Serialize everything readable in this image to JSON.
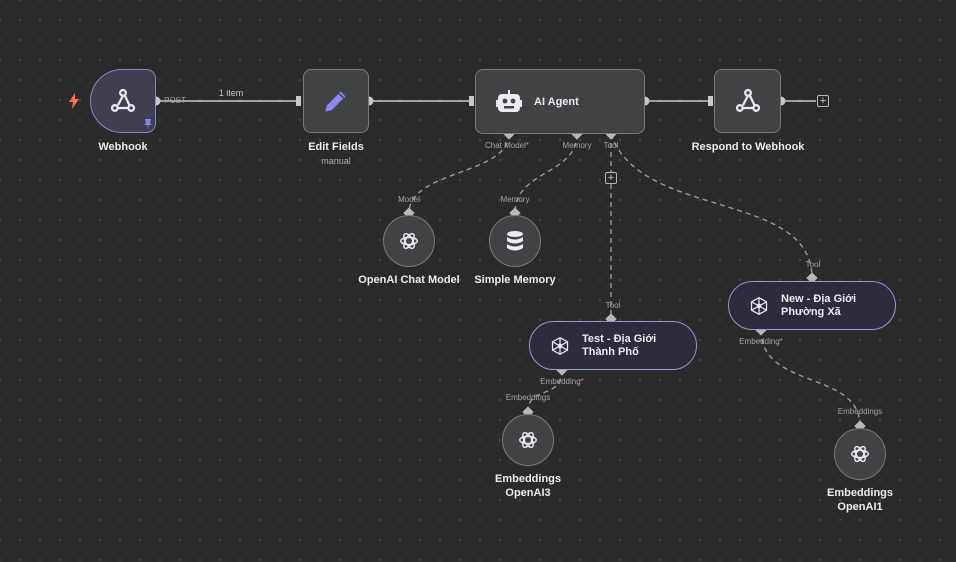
{
  "nodes": {
    "webhook": {
      "label": "Webhook",
      "port": "POST"
    },
    "edit_fields": {
      "label": "Edit Fields",
      "sub": "manual"
    },
    "ai_agent": {
      "label": "AI Agent",
      "ports": {
        "chat_model": "Chat Model",
        "memory": "Memory",
        "tool": "Tool"
      },
      "required_mark": "*"
    },
    "respond": {
      "label": "Respond to Webhook"
    },
    "openai_chat": {
      "label": "OpenAI Chat Model",
      "port": "Model"
    },
    "simple_memory": {
      "label": "Simple Memory",
      "port": "Memory"
    },
    "test_tool": {
      "label": "Test - Địa Giới Thành Phố",
      "port_in": "Tool",
      "port_out": "Embedding",
      "required_mark": "*"
    },
    "new_tool": {
      "label": "New - Địa Giới Phường Xã",
      "port_in": "Tool",
      "port_out": "Embedding",
      "required_mark": "*"
    },
    "emb3": {
      "label_line1": "Embeddings",
      "label_line2": "OpenAI3",
      "port": "Embeddings"
    },
    "emb1": {
      "label_line1": "Embeddings",
      "label_line2": "OpenAI1",
      "port": "Embeddings"
    }
  },
  "edges": {
    "webhook_to_edit": "1 item"
  },
  "colors": {
    "canvas_bg": "#2a2a2a",
    "node_bg": "#414244",
    "edge_main": "#c8c8cc",
    "edge_dashed": "#9a9aa0",
    "trigger_bolt": "#ff6d5a",
    "accent": "#8a86c8",
    "required": "#ff6a6a"
  },
  "icons": {
    "webhook": "webhook-icon",
    "edit": "pencil-icon",
    "agent": "robot-icon",
    "openai": "openai-icon",
    "memory": "database-icon",
    "vector_tool": "vector-store-icon",
    "trigger": "lightning-bolt-icon",
    "pin": "pin-icon",
    "add": "plus-icon"
  }
}
